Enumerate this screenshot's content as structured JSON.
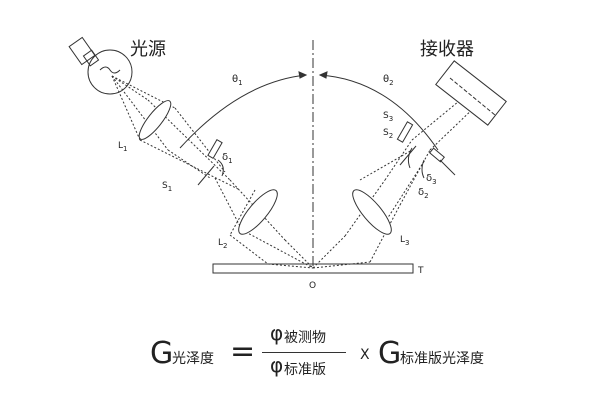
{
  "labels": {
    "light_source": "光源",
    "receiver": "接收器",
    "theta1": "θ",
    "theta1_sub": "1",
    "theta2": "θ",
    "theta2_sub": "2",
    "L1": "L",
    "L1_sub": "1",
    "L2": "L",
    "L2_sub": "2",
    "L3": "L",
    "L3_sub": "3",
    "S1": "S",
    "S1_sub": "1",
    "S2": "S",
    "S2_sub": "2",
    "S3": "S",
    "S3_sub": "3",
    "delta1": "δ",
    "delta1_sub": "1",
    "delta2": "δ",
    "delta2_sub": "2",
    "delta3": "δ",
    "delta3_sub": "3",
    "T": "T",
    "O": "O"
  },
  "formula": {
    "g_left": "G",
    "g_left_sub": "光泽度",
    "equals": "=",
    "phi_num": "φ",
    "phi_num_sub": "被测物",
    "phi_den": "φ",
    "phi_den_sub": "标准版",
    "times": "X",
    "g_right": "G",
    "g_right_sub": "标准版光泽度"
  },
  "colors": {
    "line": "#333333"
  }
}
